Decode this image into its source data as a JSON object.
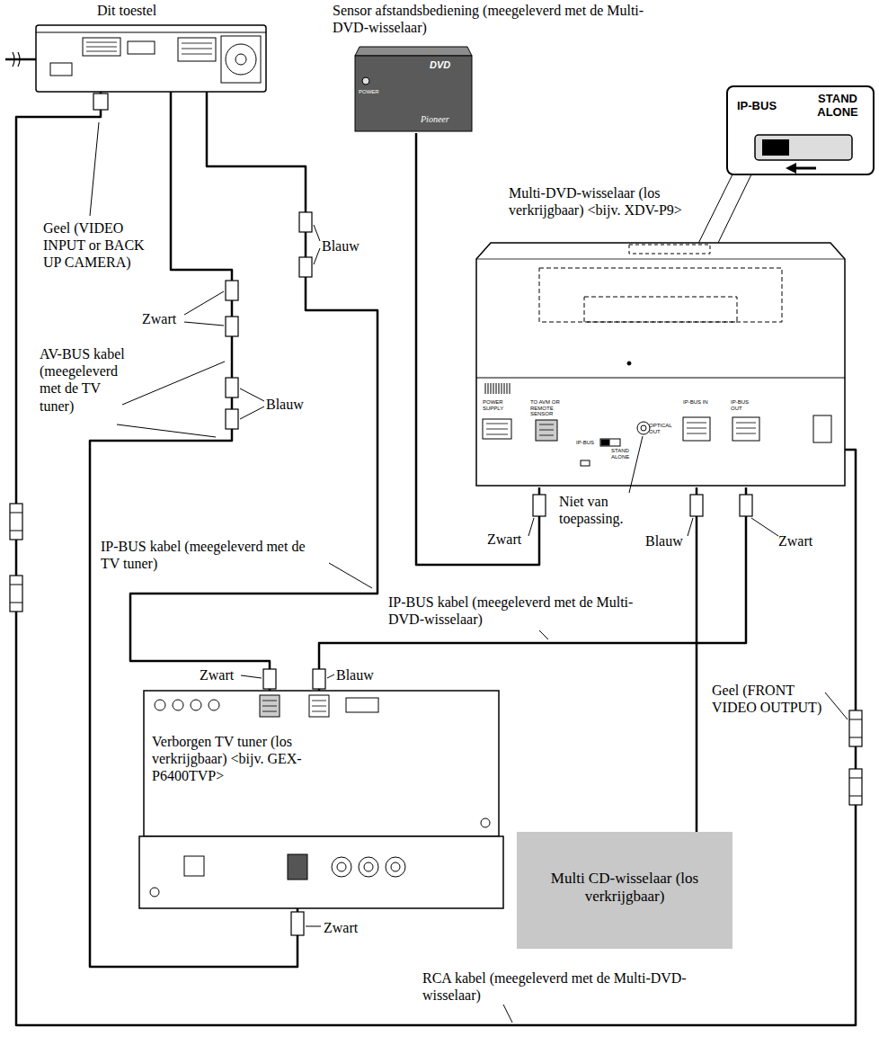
{
  "diagram": {
    "nodes": [
      {
        "text": [
          "Dit toestel"
        ]
      },
      {
        "text": [
          "Sensor afstandsbediening (meegeleverd met de Multi-DVD-wisselaar)"
        ]
      },
      {
        "text": [
          "IP-BUS",
          "STAND ALONE"
        ]
      },
      {
        "text": [
          "Multi-DVD-wisselaar (los verkrijgbaar) <bijv. XDV-P9>"
        ]
      },
      {
        "text": [
          "Verborgen TV tuner (los verkrijgbaar) <bijv. GEX-P6400TVP>"
        ]
      },
      {
        "text": [
          "Multi CD-wisselaar (los verkrijgbaar)"
        ]
      }
    ],
    "edges": [
      {
        "from": 0,
        "to": 4,
        "arrow": "none"
      },
      {
        "from": 0,
        "to": 4,
        "arrow": "none"
      },
      {
        "from": 4,
        "to": 3,
        "arrow": "none"
      },
      {
        "from": 1,
        "to": 3,
        "arrow": "none"
      },
      {
        "from": 5,
        "to": 3,
        "arrow": "none"
      },
      {
        "from": 3,
        "to": 0,
        "arrow": "none"
      }
    ],
    "labels": [
      "Geel (VIDEO INPUT or BACK UP CAMERA)",
      "Zwart",
      "Blauw",
      "AV-BUS kabel (meegeleverd met de TV tuner)",
      "Blauw",
      "IP-BUS kabel (meegeleverd met de TV tuner)",
      "Zwart",
      "Blauw",
      "Zwart",
      "IP-BUS kabel (meegeleverd met de Multi-DVD-wisselaar)",
      "Zwart",
      "Niet van toepassing.",
      "Blauw",
      "Zwart",
      "Geel (FRONT VIDEO OUTPUT)",
      "RCA kabel (meegeleverd met de Multi-DVD-wisselaar)",
      "POWER SUPPLY",
      "TO AVM OR REMOTE SENSOR",
      "IP-BUS",
      "STAND ALONE",
      "OPTICAL OUT",
      "IP-BUS IN",
      "IP-BUS OUT",
      "POWER",
      "DVD",
      "Pioneer"
    ]
  }
}
